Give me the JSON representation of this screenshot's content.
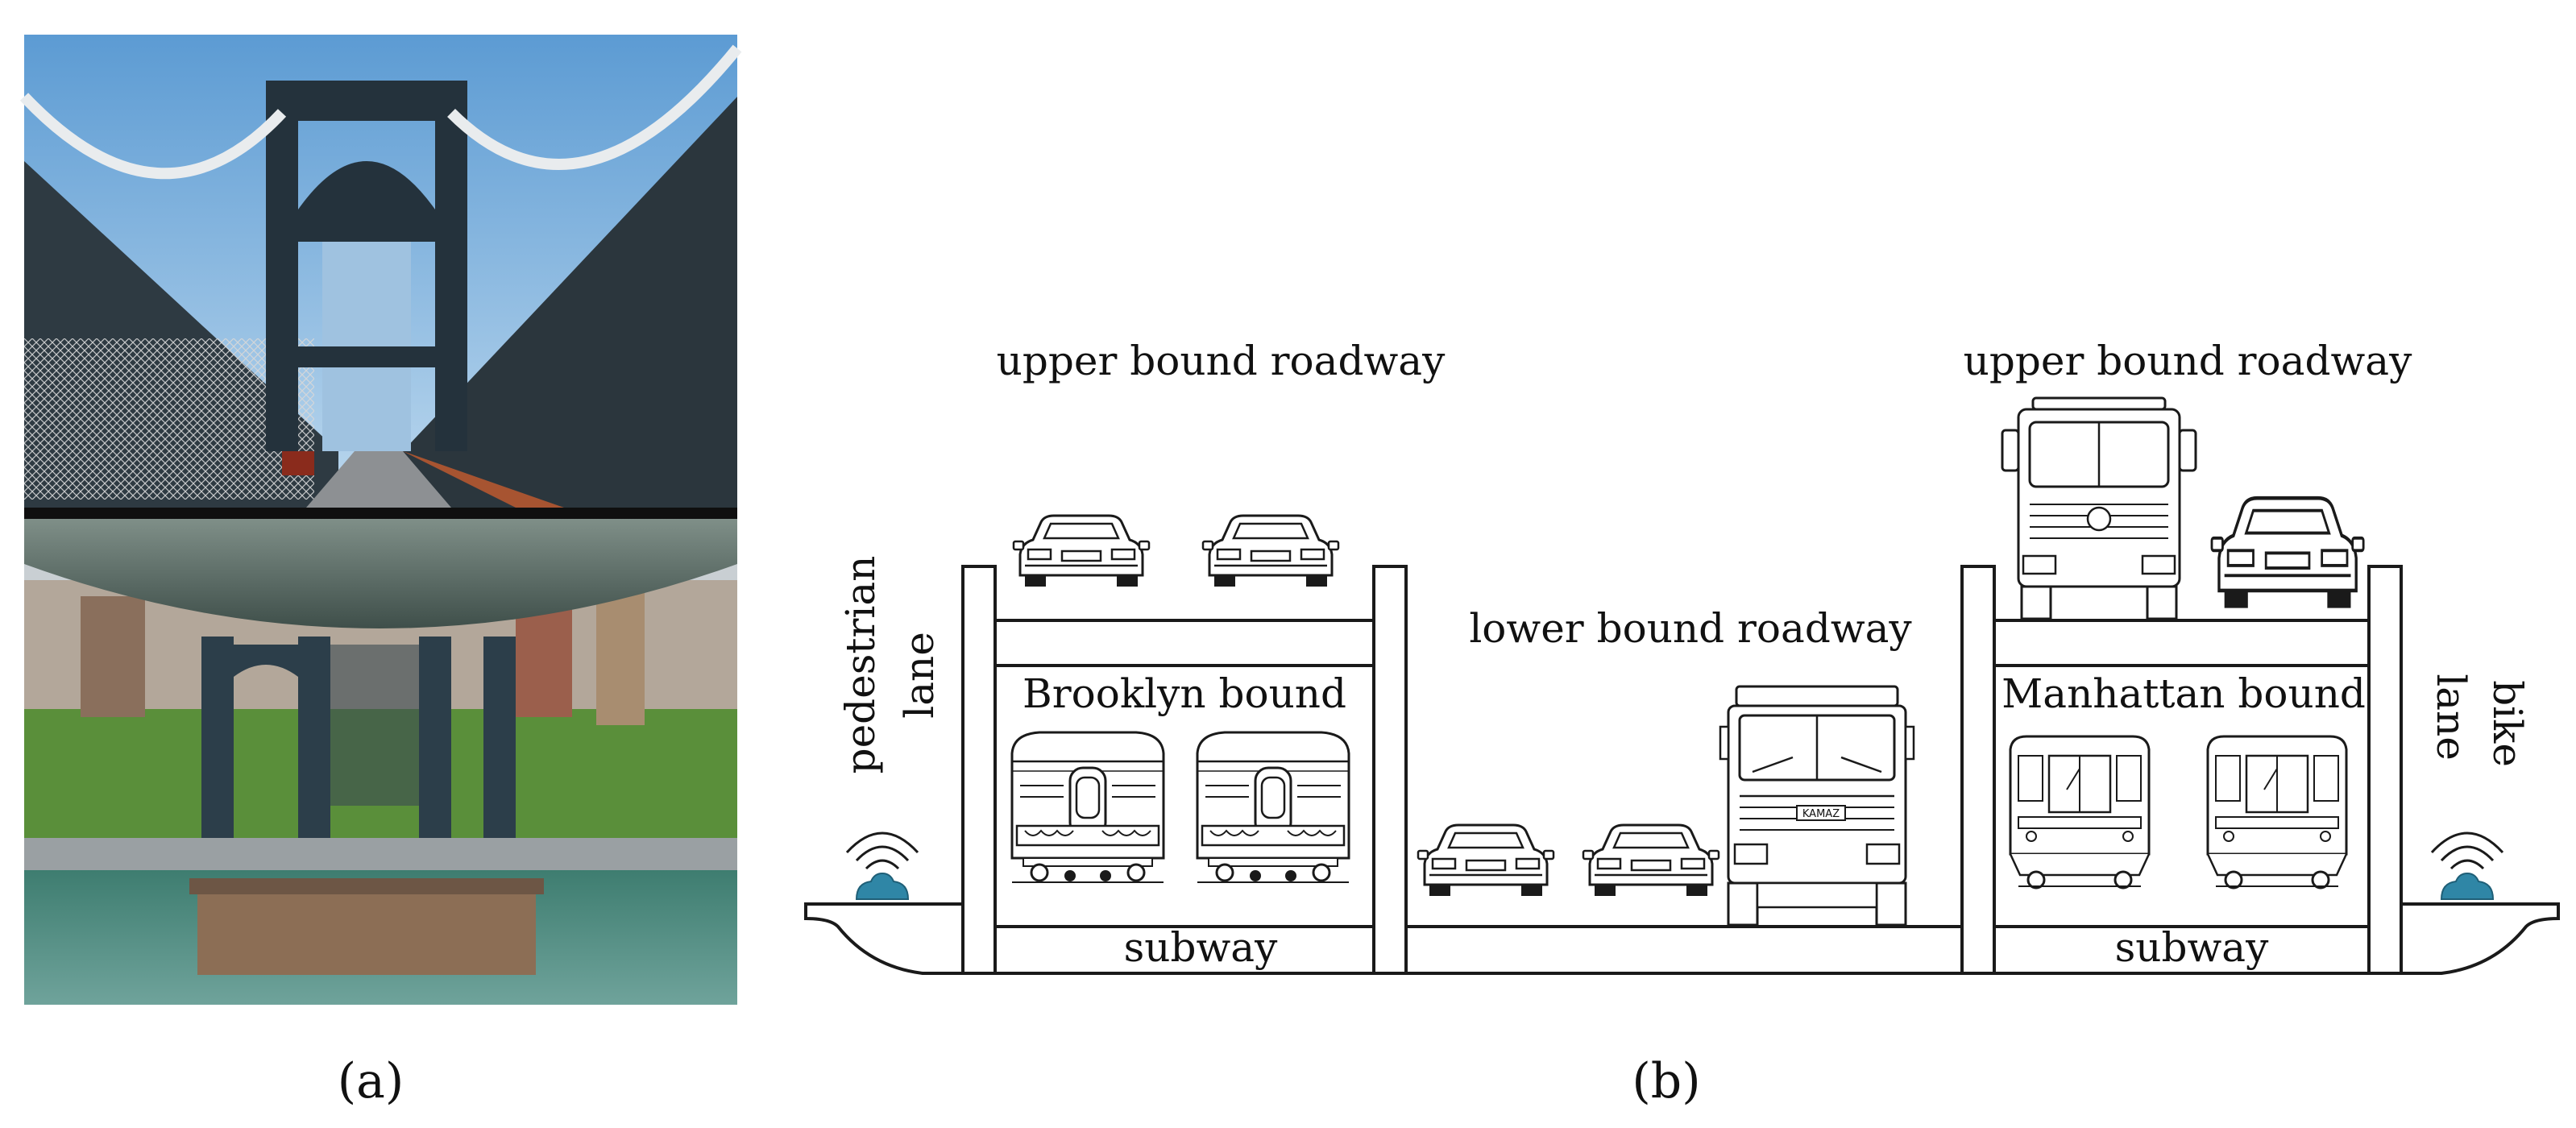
{
  "panel_a": {
    "caption": "(a)"
  },
  "panel_b": {
    "caption": "(b)",
    "labels": {
      "upper_left": "upper bound roadway",
      "upper_right": "upper bound roadway",
      "lower_middle": "lower bound roadway",
      "brooklyn_bound": "Brooklyn bound",
      "manhattan_bound": "Manhattan bound",
      "subway_left": "subway",
      "subway_right": "subway",
      "pedestrian": "pedestrian",
      "pedestrian_lane": "lane",
      "bike": "bike",
      "bike_lane": "lane"
    },
    "truck_plate": "KAMAZ"
  },
  "colors": {
    "sensor": "#2f86a6",
    "line": "#1a1a1a",
    "sky": "#7fb3dd",
    "steel": "#2c3e4a",
    "water": "#4f8577",
    "foliage": "#5a8f3a"
  },
  "icons": {
    "sensor": "wireless-sensor-icon",
    "car": "car-icon",
    "truck": "truck-icon",
    "subway_car": "subway-car-icon"
  }
}
